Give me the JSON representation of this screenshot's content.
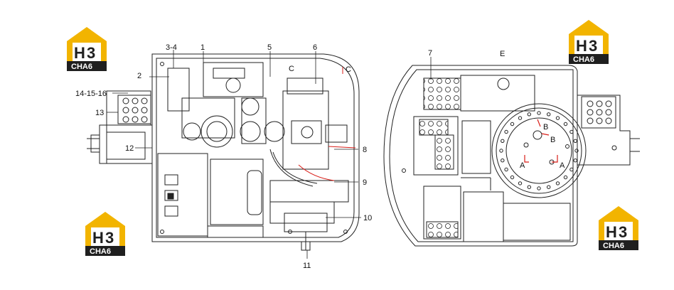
{
  "logos": [
    {
      "top": "H",
      "digit": "3",
      "bottom": "CHA6"
    },
    {
      "top": "H",
      "digit": "3",
      "bottom": "CHA6"
    },
    {
      "top": "H",
      "digit": "3",
      "bottom": "CHA6"
    },
    {
      "top": "H",
      "digit": "3",
      "bottom": "CHA6"
    }
  ],
  "callouts_left": [
    "1",
    "2",
    "3-4",
    "5",
    "6",
    "8",
    "9",
    "10",
    "11",
    "12",
    "13",
    "14-15-16",
    "C",
    "C"
  ],
  "callouts_right": [
    "7",
    "E",
    "B",
    "B",
    "A",
    "A"
  ],
  "colors": {
    "line": "#222222",
    "accent": "#d91e18",
    "logo_gold": "#f2b400",
    "logo_dark": "#1f1f1f"
  }
}
